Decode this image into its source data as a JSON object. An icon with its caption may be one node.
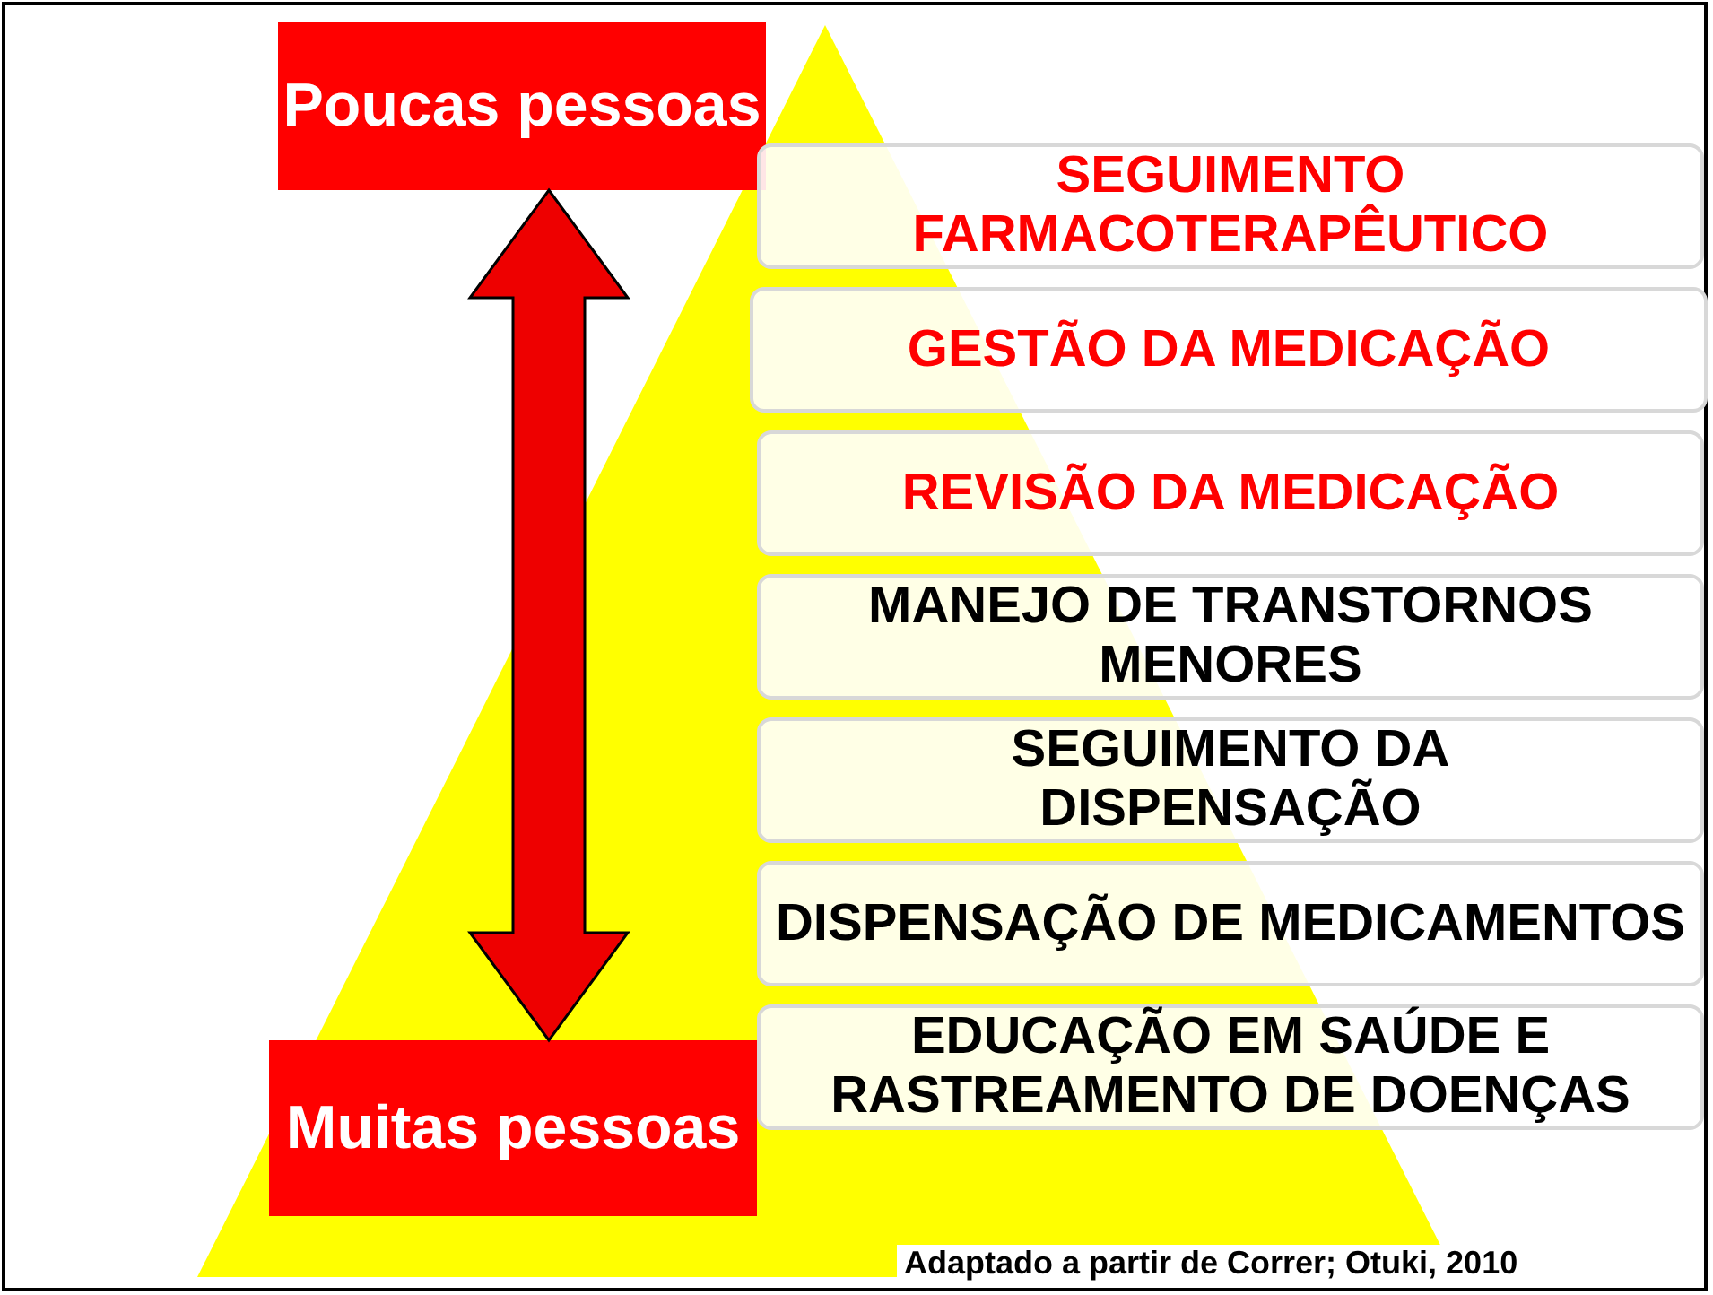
{
  "diagram": {
    "caption": "Adaptado  a partir de Correr; Otuki, 2010",
    "nodes": [
      {
        "text": [
          "Poucas pessoas"
        ]
      },
      {
        "text": [
          "Muitas pessoas"
        ]
      },
      {
        "text": [
          "SEGUIMENTO FARMACOTERAPÊUTICO"
        ]
      },
      {
        "text": [
          "GESTÃO DA MEDICAÇÃO"
        ]
      },
      {
        "text": [
          "REVISÃO DA MEDICAÇÃO"
        ]
      },
      {
        "text": [
          "MANEJO DE TRANSTORNOS MENORES"
        ]
      },
      {
        "text": [
          "SEGUIMENTO DA DISPENSAÇÃO"
        ]
      },
      {
        "text": [
          "DISPENSAÇÃO DE MEDICAMENTOS"
        ]
      },
      {
        "text": [
          "EDUCAÇÃO EM SAÚDE E RASTREAMENTO DE DOENÇAS"
        ]
      }
    ],
    "edges": [
      {
        "from": 0,
        "to": 1,
        "arrow": "both",
        "style": "thick"
      }
    ]
  }
}
